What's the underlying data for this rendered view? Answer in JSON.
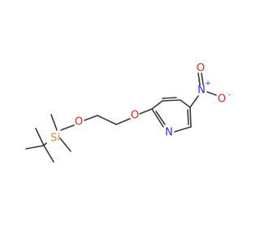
{
  "structure": {
    "atoms": {
      "silicon": "Si",
      "ether_oxygen_1": "O",
      "ether_oxygen_2": "O",
      "pyridine_nitrogen": "N",
      "nitro_nitrogen": "N",
      "nitro_oxygen_double": "O",
      "nitro_oxygen_single": "O",
      "plus_charge": "+",
      "minus_charge": "-"
    },
    "colors": {
      "bond": "#3a3a3a",
      "silicon": "#c8962a",
      "oxygen": "#e8231f",
      "nitrogen": "#2b2bd9"
    }
  }
}
